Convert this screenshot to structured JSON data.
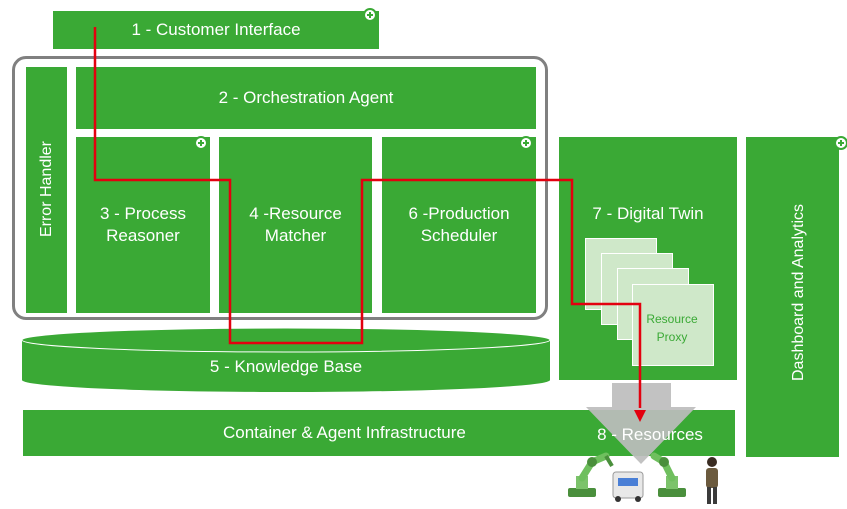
{
  "labels": {
    "customer_interface": "1 - Customer Interface",
    "orchestration_agent": "2 - Orchestration Agent",
    "process_reasoner_1": "3 - Process",
    "process_reasoner_2": "Reasoner",
    "resource_matcher_1": "4 -Resource",
    "resource_matcher_2": "Matcher",
    "production_scheduler_1": "6 -Production",
    "production_scheduler_2": "Scheduler",
    "error_handler": "Error Handler",
    "knowledge_base": "5 - Knowledge Base",
    "digital_twin": "7 - Digital Twin",
    "resource_proxy_1": "Resource",
    "resource_proxy_2": "Proxy",
    "dashboard": "Dashboard and Analytics",
    "infrastructure": "Container & Agent Infrastructure",
    "resources": "8 - Resources"
  },
  "colors": {
    "green": "#3aa935",
    "path": "#e3000f",
    "frame": "#808080",
    "proxy": "#cfe8c9",
    "arrow": "#bdbdbd"
  }
}
